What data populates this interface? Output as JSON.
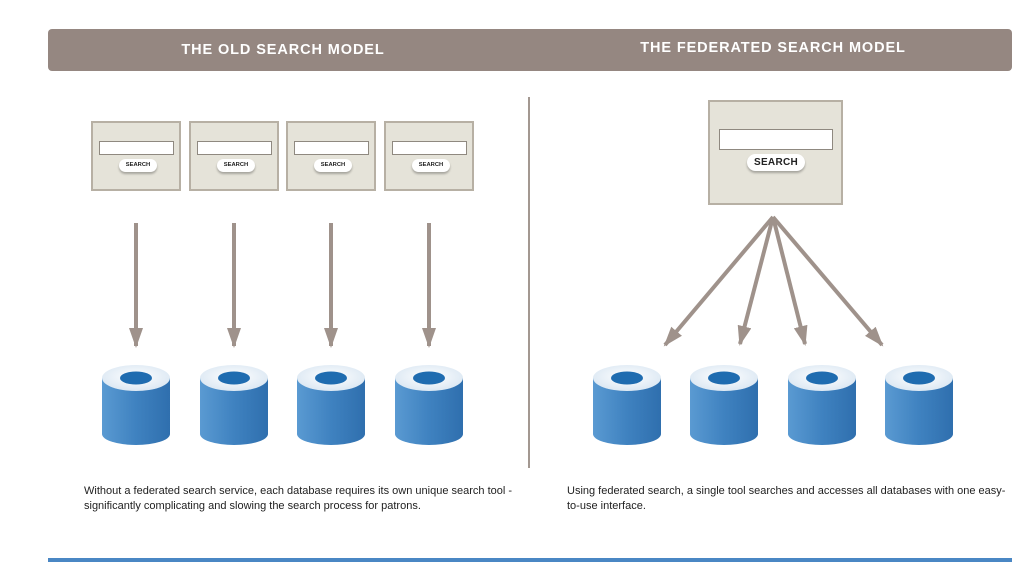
{
  "header": {
    "old_title": "THE OLD SEARCH MODEL",
    "federated_title": "THE FEDERATED SEARCH MODEL"
  },
  "old_model": {
    "search_boxes": [
      {
        "button_label": "SEARCH"
      },
      {
        "button_label": "SEARCH"
      },
      {
        "button_label": "SEARCH"
      },
      {
        "button_label": "SEARCH"
      }
    ],
    "caption": "Without a federated search service, each database requires its own unique search tool - significantly complicating and slowing the search process for patrons."
  },
  "federated_model": {
    "search_box": {
      "button_label": "SEARCH"
    },
    "caption": "Using federated search, a single tool searches and accesses all databases with one easy-to-use interface."
  },
  "colors": {
    "header_bg": "#958781",
    "arrow": "#9f928b",
    "database_blue": "#3f82c0",
    "database_hole": "#1f6cb0",
    "search_box_bg": "#e5e3d9",
    "bottom_rule": "#4a87c4"
  },
  "icons": [
    "arrow-down-icon",
    "database-icon"
  ]
}
